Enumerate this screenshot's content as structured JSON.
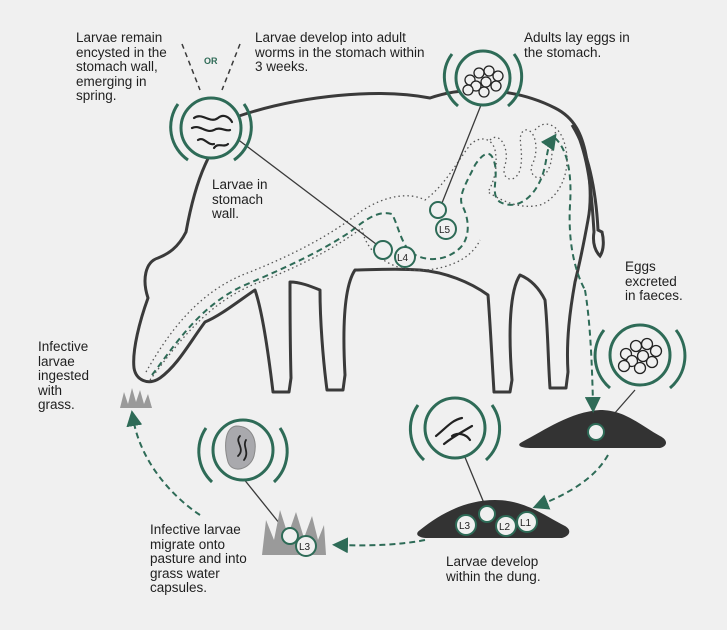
{
  "labels": {
    "encysted": "Larvae remain encysted in the stomach wall, emerging in spring.",
    "or": "OR",
    "develop_adult": "Larvae develop into adult worms in the stomach within 3 weeks.",
    "adults_lay": "Adults lay eggs in the stomach.",
    "larvae_wall": "Larvae in stomach wall.",
    "eggs_excreted": "Eggs excreted in faeces.",
    "infective_ingested": "Infective larvae ingested with grass.",
    "migrate": "Infective larvae migrate onto pasture and into grass water capsules.",
    "develop_dung": "Larvae develop within the dung."
  },
  "stages": {
    "l1": "L1",
    "l2": "L2",
    "l3": "L3",
    "l4": "L4",
    "l5": "L5"
  },
  "colors": {
    "background": "#f0f0f0",
    "accent_green": "#2e6b57",
    "outline": "#3a3a3a",
    "dung": "#333333",
    "grass": "#9a9a9a"
  }
}
